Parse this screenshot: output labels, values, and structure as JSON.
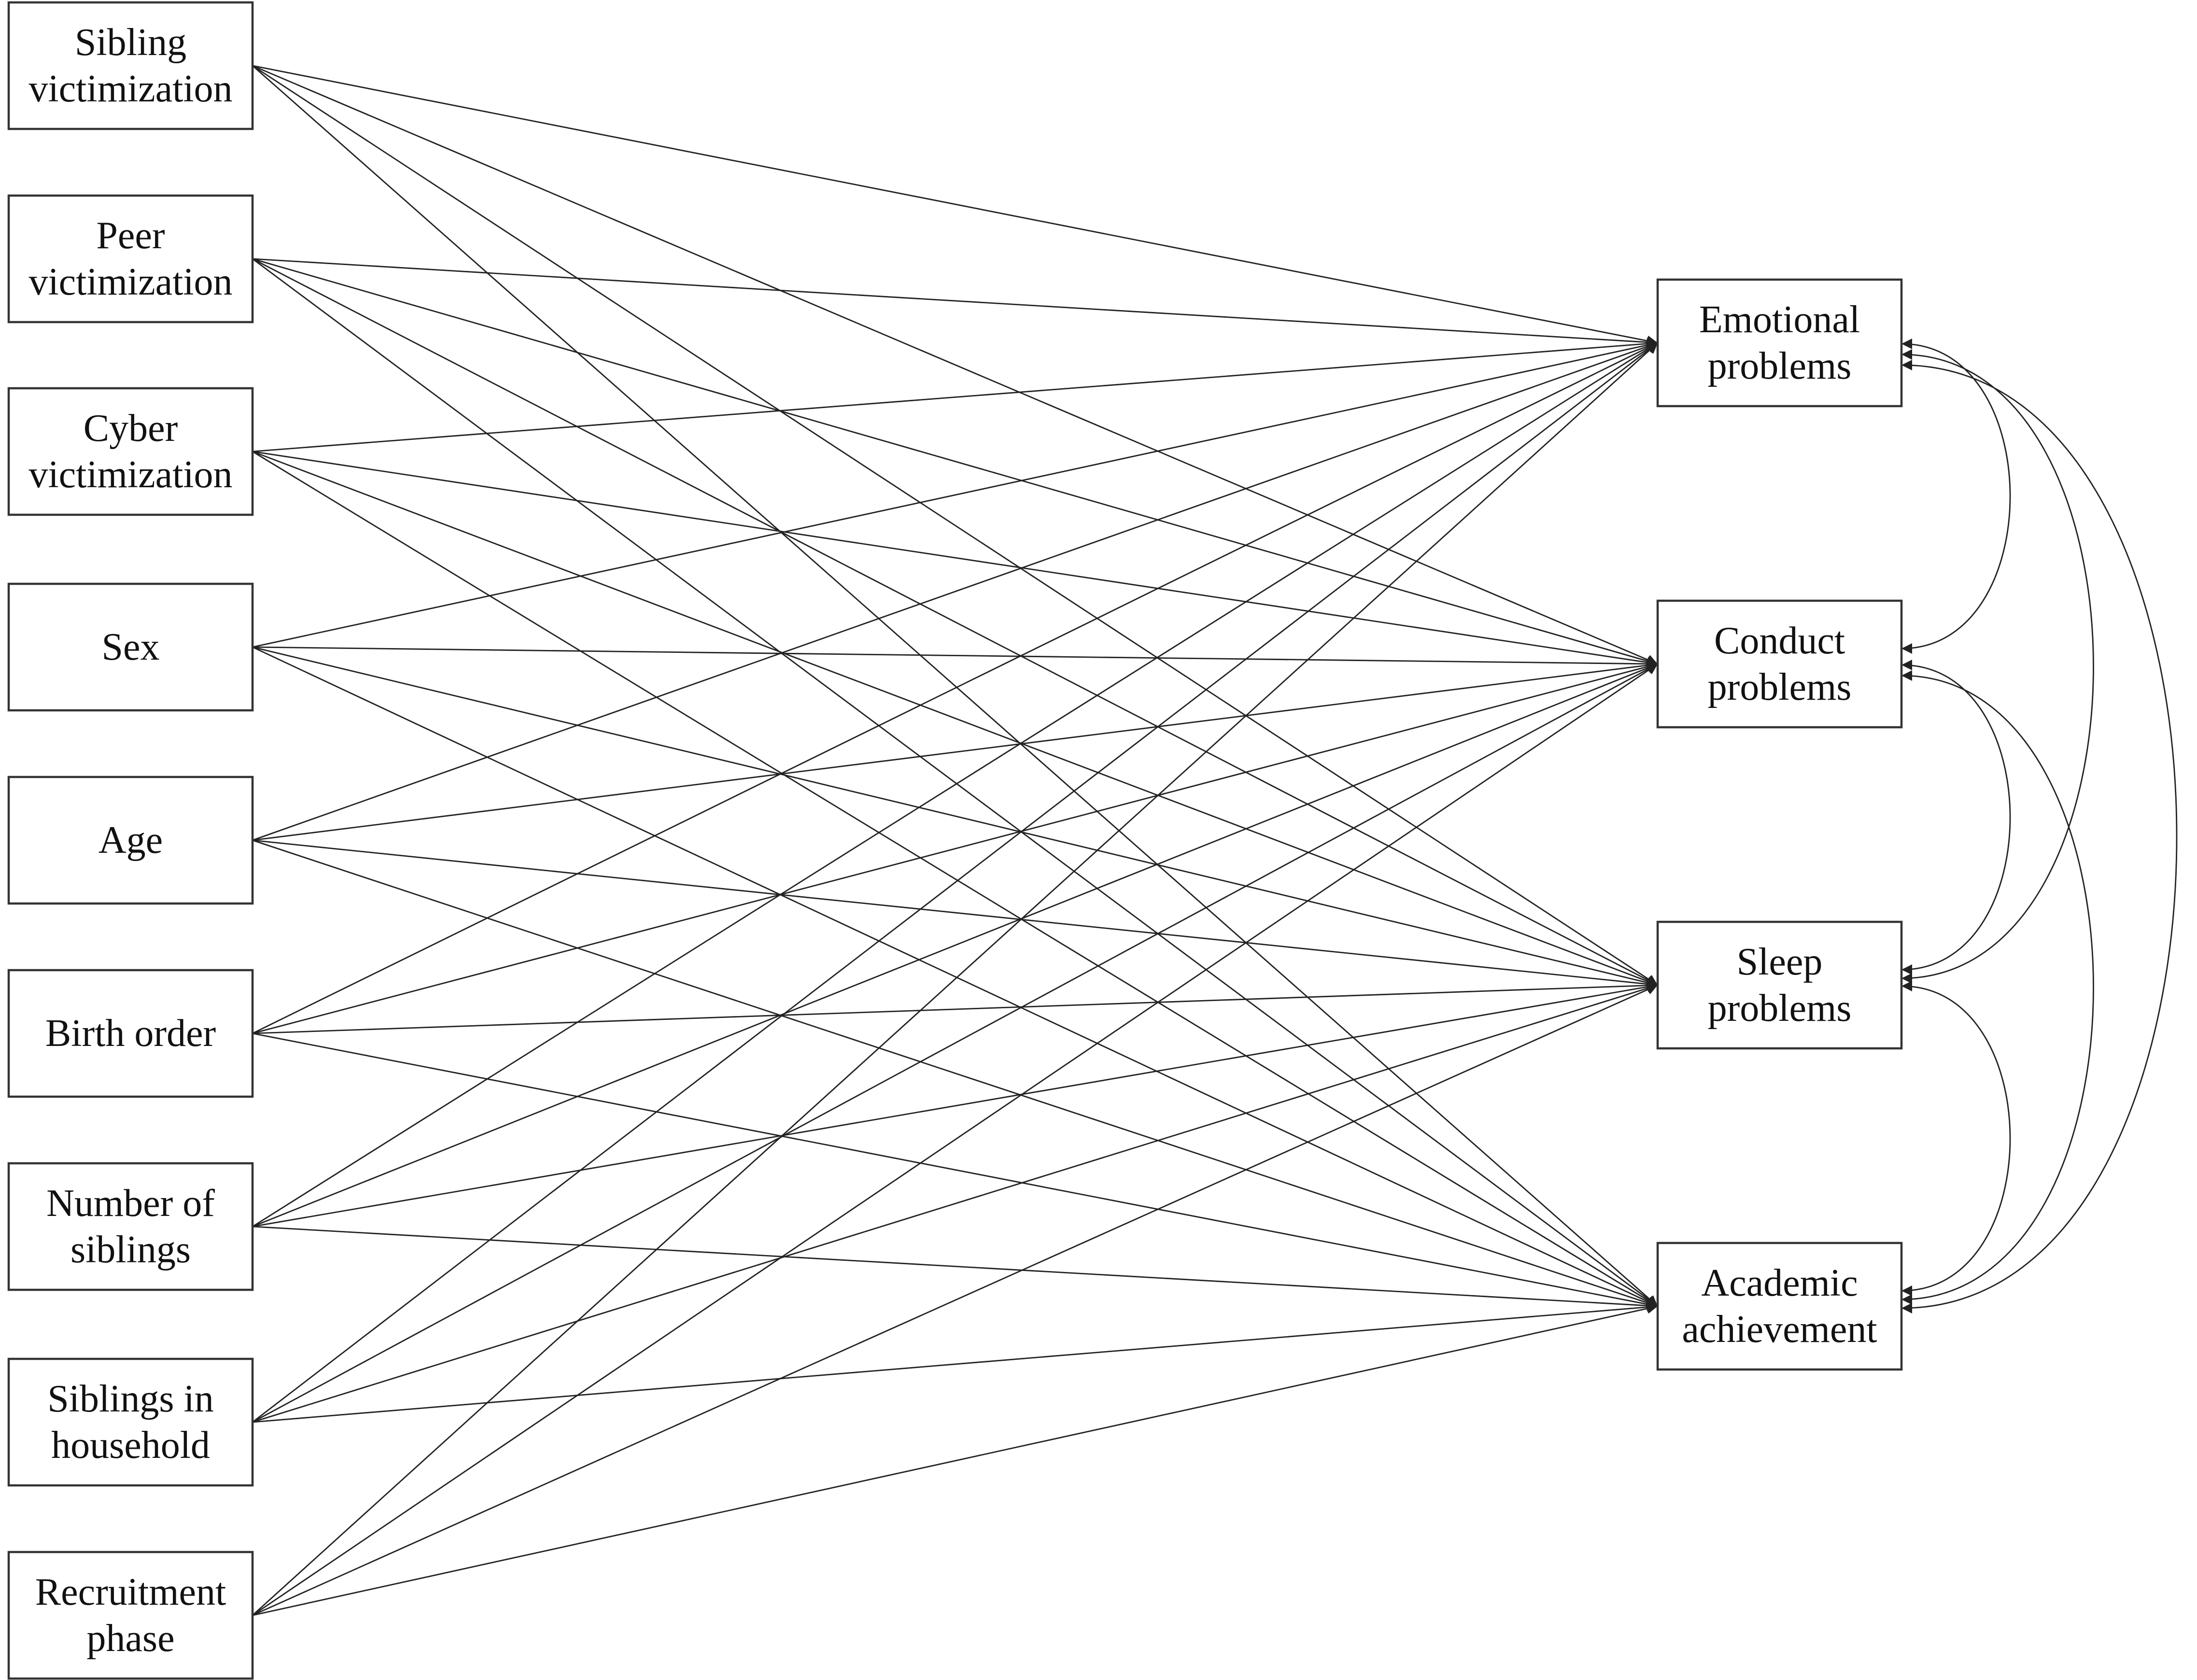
{
  "predictors": [
    {
      "id": "sibling_victimization",
      "lines": [
        "Sibling",
        "victimization"
      ]
    },
    {
      "id": "peer_victimization",
      "lines": [
        "Peer",
        "victimization"
      ]
    },
    {
      "id": "cyber_victimization",
      "lines": [
        "Cyber",
        "victimization"
      ]
    },
    {
      "id": "sex",
      "lines": [
        "Sex"
      ]
    },
    {
      "id": "age",
      "lines": [
        "Age"
      ]
    },
    {
      "id": "birth_order",
      "lines": [
        "Birth order"
      ]
    },
    {
      "id": "number_of_siblings",
      "lines": [
        "Number of",
        "siblings"
      ]
    },
    {
      "id": "siblings_in_household",
      "lines": [
        "Siblings in",
        "household"
      ]
    },
    {
      "id": "recruitment_phase",
      "lines": [
        "Recruitment",
        "phase"
      ]
    }
  ],
  "outcomes": [
    {
      "id": "emotional_problems",
      "lines": [
        "Emotional",
        "problems"
      ]
    },
    {
      "id": "conduct_problems",
      "lines": [
        "Conduct",
        "problems"
      ]
    },
    {
      "id": "sleep_problems",
      "lines": [
        "Sleep",
        "problems"
      ]
    },
    {
      "id": "academic_achievement",
      "lines": [
        "Academic",
        "achievement"
      ]
    }
  ],
  "paths": "every predictor to every outcome",
  "covariances": [
    [
      "emotional_problems",
      "conduct_problems"
    ],
    [
      "emotional_problems",
      "sleep_problems"
    ],
    [
      "emotional_problems",
      "academic_achievement"
    ],
    [
      "conduct_problems",
      "sleep_problems"
    ],
    [
      "conduct_problems",
      "academic_achievement"
    ],
    [
      "sleep_problems",
      "academic_achievement"
    ]
  ]
}
